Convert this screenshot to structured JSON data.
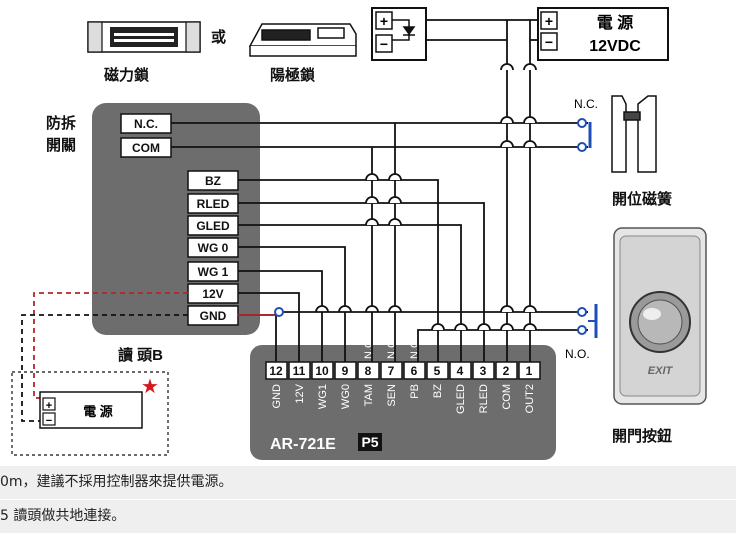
{
  "devices": {
    "maglock": "磁力鎖",
    "or": "或",
    "strike": "陽極鎖",
    "door_sensor": "開位磁簧",
    "exit_button": "開門按鈕",
    "exit_text": "EXIT",
    "tamper": [
      "防拆",
      "開關"
    ],
    "reader": "讀 頭B"
  },
  "power_main": {
    "title": "電 源",
    "voltage": "12VDC",
    "plus": "+",
    "minus": "−"
  },
  "power_reader": {
    "title": "電 源",
    "plus": "+",
    "minus": "−"
  },
  "lock_plus": "+",
  "lock_minus": "−",
  "reader_pins": [
    "N.C.",
    "COM",
    "BZ",
    "RLED",
    "GLED",
    "WG 0",
    "WG 1",
    "12V",
    "GND"
  ],
  "controller": {
    "model": "AR-721E",
    "port": "P5",
    "pin_numbers": [
      "12",
      "11",
      "10",
      "9",
      "8",
      "7",
      "6",
      "5",
      "4",
      "3",
      "2",
      "1"
    ],
    "pin_names": [
      "GND",
      "12V",
      "WG1",
      "WG0",
      "TAM",
      "SEN",
      "PB",
      "BZ",
      "GLED",
      "RLED",
      "COM",
      "OUT2"
    ],
    "contact_labels": [
      "N.C.",
      "N.C.",
      "N.O."
    ]
  },
  "labels": {
    "nc": "N.C.",
    "no": "N.O."
  },
  "notes": [
    "0m，建議不採用控制器來提供電源。",
    "5 讀頭做共地連接。"
  ],
  "colors": {
    "wire": "#111111",
    "red_wire": "#b5262b",
    "node": "#1f4fb5",
    "panel": "#6d6d6d",
    "star": "#d41a1a"
  }
}
